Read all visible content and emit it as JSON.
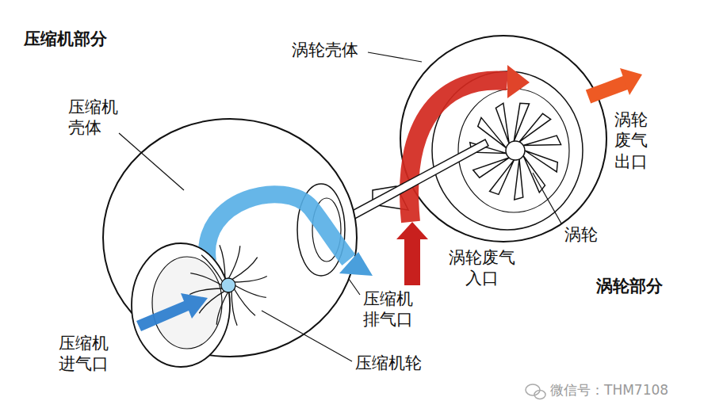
{
  "diagram": {
    "labels": [
      "压缩机部分",
      "涡轮壳体",
      "压缩机 壳体",
      "涡轮 废气 出口",
      "涡轮",
      "涡轮废气 入口",
      "涡轮部分",
      "压缩机 排气口",
      "压缩机 进气口",
      "压缩机轮",
      "微信号：THM7108"
    ]
  }
}
